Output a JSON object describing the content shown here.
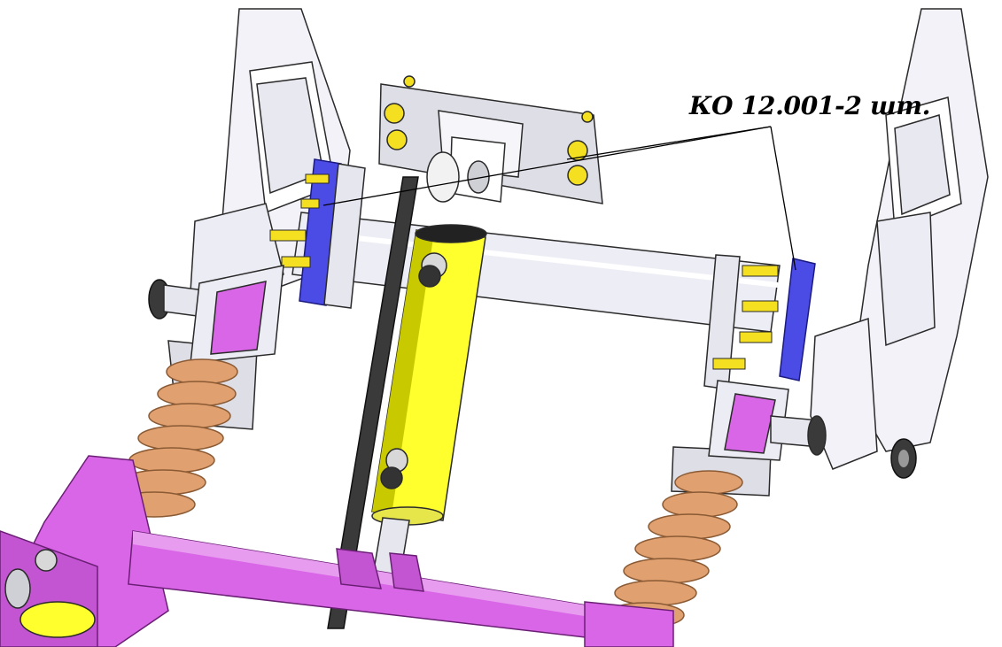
{
  "callout": {
    "label": "КО 12.001-2 шт."
  },
  "colors": {
    "background": "#ffffff",
    "frame": "#d966e6",
    "frame_dark": "#9b3aa6",
    "cylinder": "#ffff2e",
    "cylinder_shade": "#c9c900",
    "plate": "#4b4be6",
    "spring": "#e0a070",
    "spring_dark": "#8a5a34",
    "arm": "#f2f2f8",
    "outline": "#2a2a2a",
    "bolt": "#f4e020"
  },
  "parts": {
    "left_arm": "linkage-arm",
    "right_arm": "linkage-arm",
    "top_bracket": "mounting-bracket",
    "cylinder": "hydraulic-cylinder",
    "cross_shaft": "cross-shaft",
    "left_plate": "highlighted-plate",
    "right_plate": "highlighted-plate",
    "left_spring": "coil-spring",
    "right_spring": "coil-spring",
    "frame": "frame-tube"
  }
}
